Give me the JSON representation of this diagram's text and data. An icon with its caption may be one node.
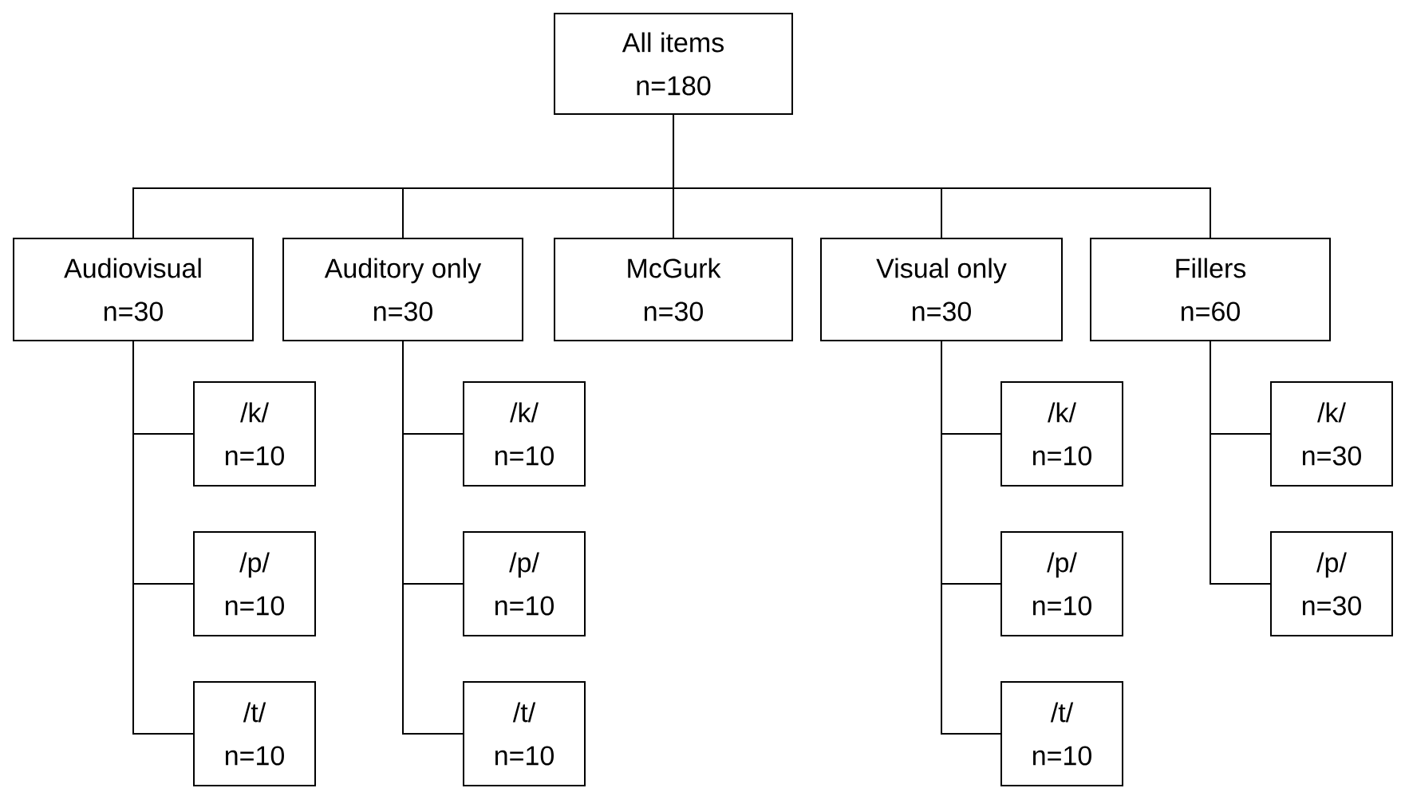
{
  "diagram": {
    "nodes": [
      {
        "text": [
          "All items",
          "n=180"
        ]
      },
      {
        "text": [
          "Audiovisual",
          "n=30"
        ]
      },
      {
        "text": [
          "Auditory only",
          "n=30"
        ]
      },
      {
        "text": [
          "McGurk",
          "n=30"
        ]
      },
      {
        "text": [
          "Visual only",
          "n=30"
        ]
      },
      {
        "text": [
          "Fillers",
          "n=60"
        ]
      },
      {
        "text": [
          "/k/",
          "n=10"
        ]
      },
      {
        "text": [
          "/p/",
          "n=10"
        ]
      },
      {
        "text": [
          "/t/",
          "n=10"
        ]
      },
      {
        "text": [
          "/k/",
          "n=10"
        ]
      },
      {
        "text": [
          "/p/",
          "n=10"
        ]
      },
      {
        "text": [
          "/t/",
          "n=10"
        ]
      },
      {
        "text": [
          "/k/",
          "n=10"
        ]
      },
      {
        "text": [
          "/p/",
          "n=10"
        ]
      },
      {
        "text": [
          "/t/",
          "n=10"
        ]
      },
      {
        "text": [
          "/k/",
          "n=30"
        ]
      },
      {
        "text": [
          "/p/",
          "n=30"
        ]
      }
    ],
    "edges": [
      {
        "from": 0,
        "to": 1,
        "arrow": "none"
      },
      {
        "from": 0,
        "to": 2,
        "arrow": "none"
      },
      {
        "from": 0,
        "to": 3,
        "arrow": "none"
      },
      {
        "from": 0,
        "to": 4,
        "arrow": "none"
      },
      {
        "from": 0,
        "to": 5,
        "arrow": "none"
      },
      {
        "from": 1,
        "to": 6,
        "arrow": "none"
      },
      {
        "from": 1,
        "to": 7,
        "arrow": "none"
      },
      {
        "from": 1,
        "to": 8,
        "arrow": "none"
      },
      {
        "from": 2,
        "to": 9,
        "arrow": "none"
      },
      {
        "from": 2,
        "to": 10,
        "arrow": "none"
      },
      {
        "from": 2,
        "to": 11,
        "arrow": "none"
      },
      {
        "from": 4,
        "to": 12,
        "arrow": "none"
      },
      {
        "from": 4,
        "to": 13,
        "arrow": "none"
      },
      {
        "from": 4,
        "to": 14,
        "arrow": "none"
      },
      {
        "from": 5,
        "to": 15,
        "arrow": "none"
      },
      {
        "from": 5,
        "to": 16,
        "arrow": "none"
      }
    ]
  }
}
